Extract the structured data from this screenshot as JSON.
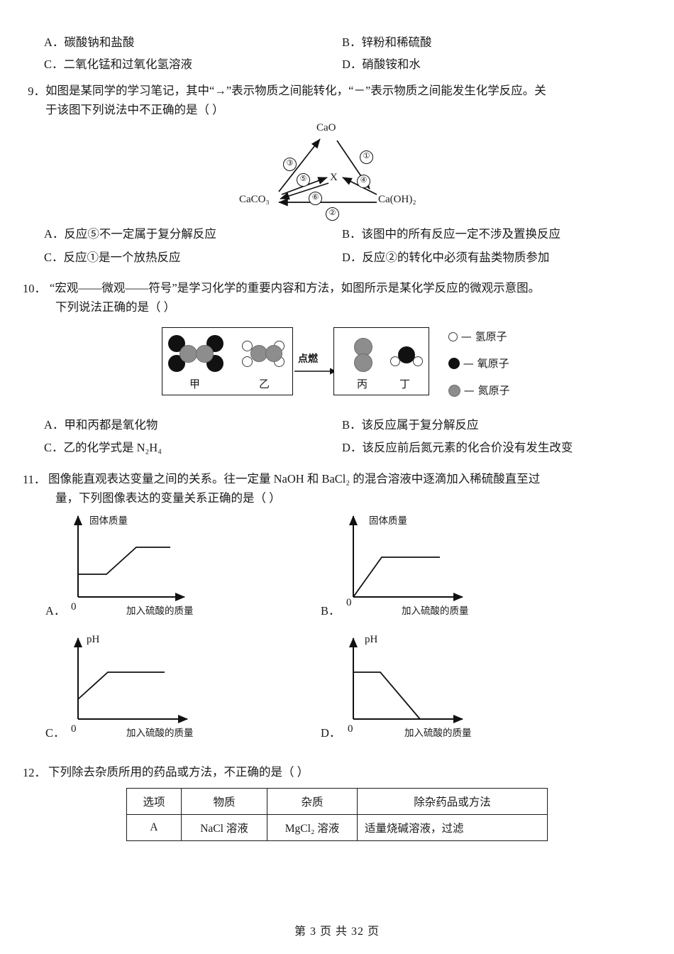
{
  "q8_options": {
    "a_label": "A．",
    "a_text": "碳酸钠和盐酸",
    "b_label": "B．",
    "b_text": "锌粉和稀硫酸",
    "c_label": "C．",
    "c_text": "二氧化锰和过氧化氢溶液",
    "d_label": "D．",
    "d_text": "硝酸铵和水"
  },
  "q9": {
    "number": "9．",
    "line1": "如图是某同学的学习笔记，其中“→”表示物质之间能转化，“－”表示物质之间能发生化学反应。关",
    "line2": "于该图下列说法中不正确的是（       ）",
    "diagram": {
      "node_cao": "CaO",
      "node_caco3": "CaCO₃",
      "node_caoh2": "Ca(OH)₂",
      "node_x": "X",
      "arrow1": "①",
      "arrow2": "②",
      "arrow3": "③",
      "arrow4": "④",
      "arrow5": "⑤",
      "arrow6": "⑥"
    },
    "options": {
      "a_label": "A．",
      "a_text": "反应⑤不一定属于复分解反应",
      "b_label": "B．",
      "b_text": "该图中的所有反应一定不涉及置换反应",
      "c_label": "C．",
      "c_text": "反应①是一个放热反应",
      "d_label": "D．",
      "d_text": "反应②的转化中必须有盐类物质参加"
    }
  },
  "q10": {
    "number": "10．",
    "line1": "“宏观——微观——符号”是学习化学的重要内容和方法，如图所示是某化学反应的微观示意图。",
    "line2": "下列说法正确的是（       ）",
    "diagram": {
      "reactant1_caption": "甲",
      "reactant2_caption": "乙",
      "product1_caption": "丙",
      "product2_caption": "丁",
      "condition": "点燃",
      "legend": [
        {
          "name": "氢原子",
          "type": "hydrogen",
          "color": "#ffffff"
        },
        {
          "name": "氧原子",
          "type": "oxygen",
          "color": "#111111"
        },
        {
          "name": "氮原子",
          "type": "nitrogen",
          "color": "#8d8d8d"
        }
      ]
    },
    "options": {
      "a_label": "A．",
      "a_text": "甲和丙都是氧化物",
      "b_label": "B．",
      "b_text": "该反应属于复分解反应",
      "c_label": "C．",
      "c_text": "乙的化学式是 N₂H₄",
      "d_label": "D．",
      "d_text": "该反应前后氮元素的化合价没有发生改变"
    }
  },
  "q11": {
    "number": "11．",
    "line1": "图像能直观表达变量之间的关系。往一定量 NaOH 和 BaCl₂ 的混合溶液中逐滴加入稀硫酸直至过",
    "line2": "量，下列图像表达的变量关系正确的是（       ）",
    "charts": {
      "zero_label": "0",
      "a_label": "A．",
      "b_label": "B．",
      "c_label": "C．",
      "d_label": "D．"
    }
  },
  "q12": {
    "number": "12．",
    "text": "下列除去杂质所用的药品或方法，不正确的是（       ）",
    "table": {
      "headers": [
        "选项",
        "物质",
        "杂质",
        "除杂药品或方法"
      ],
      "rows": [
        [
          "A",
          "NaCl 溶液",
          "MgCl₂ 溶液",
          "适量烧碱溶液，过滤"
        ]
      ]
    }
  },
  "footer": {
    "text": "第 3 页 共 32 页"
  },
  "chart_data": [
    {
      "id": "A",
      "type": "line",
      "title": "",
      "ylabel": "固体质量",
      "xlabel": "加入硫酸的质量",
      "option_label": "A．",
      "zero_label": "0",
      "x": [
        0,
        0.28,
        0.62,
        1.0
      ],
      "y": [
        0.3,
        0.3,
        0.72,
        0.72
      ],
      "xlim": [
        0,
        1
      ],
      "ylim": [
        0,
        1
      ],
      "grid": false,
      "note": "起始有固体，先不变后增加再不变"
    },
    {
      "id": "B",
      "type": "line",
      "title": "",
      "ylabel": "固体质量",
      "xlabel": "加入硫酸的质量",
      "option_label": "B．",
      "zero_label": "0",
      "x": [
        0,
        0.33,
        1.0
      ],
      "y": [
        0,
        0.52,
        0.52
      ],
      "xlim": [
        0,
        1
      ],
      "ylim": [
        0,
        1
      ],
      "grid": false,
      "note": "从原点开始增加后不变"
    },
    {
      "id": "C",
      "type": "line",
      "title": "",
      "ylabel": "pH",
      "xlabel": "加入硫酸的质量",
      "option_label": "C．",
      "zero_label": "0",
      "x": [
        0,
        0.33,
        0.88
      ],
      "y": [
        0.22,
        0.62,
        0.62
      ],
      "xlim": [
        0,
        1
      ],
      "ylim": [
        0,
        1
      ],
      "grid": false,
      "note": "pH 由低升高后保持不变"
    },
    {
      "id": "D",
      "type": "line",
      "title": "",
      "ylabel": "pH",
      "xlabel": "加入硫酸的质量",
      "option_label": "D．",
      "zero_label": "0",
      "x": [
        0,
        0.24,
        0.72
      ],
      "y": [
        0.62,
        0.62,
        0.0
      ],
      "xlim": [
        0,
        1
      ],
      "ylim": [
        0,
        1
      ],
      "grid": false,
      "note": "pH 先保持不变后下降至零"
    }
  ]
}
